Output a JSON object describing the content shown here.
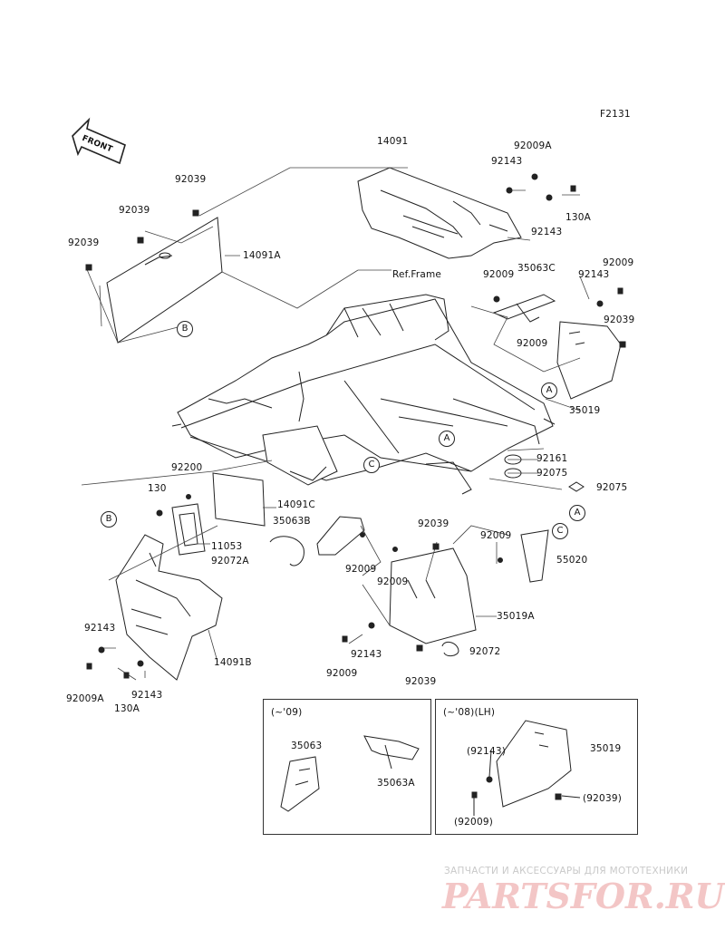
{
  "figure_code": "F2131",
  "front_arrow": "FRONT",
  "ref_frame": "Ref.Frame",
  "callouts": [
    "A",
    "B",
    "C"
  ],
  "parts": {
    "p14091": "14091",
    "p92009A_top": "92009A",
    "p92143_top": "92143",
    "p130A_top": "130A",
    "p92143_top2": "92143",
    "p92039_a": "92039",
    "p92039_b": "92039",
    "p92039_c": "92039",
    "p14091A": "14091A",
    "p92009_r1": "92009",
    "p35063C": "35063C",
    "p92009_r2": "92009",
    "p92143_r": "92143",
    "p92039_r": "92039",
    "p92009_r3": "92009",
    "p35019": "35019",
    "p92161": "92161",
    "p92075_a": "92075",
    "p92075_b": "92075",
    "p92200": "92200",
    "p130": "130",
    "p14091C": "14091C",
    "p35063B": "35063B",
    "p11053": "11053",
    "p92072A": "92072A",
    "p92009_m1": "92009",
    "p92009_m2": "92009",
    "p92039_m": "92039",
    "p92009_m3": "92009",
    "p55020": "55020",
    "p35019A": "35019A",
    "p92143_b1": "92143",
    "p92009A_b": "92009A",
    "p130A_b": "130A",
    "p92143_b2": "92143",
    "p14091B": "14091B",
    "p92143_m": "92143",
    "p92009_m4": "92009",
    "p92072": "92072",
    "p92039_m2": "92039"
  },
  "inset_left": {
    "title": "(~'09)",
    "p35063": "35063",
    "p35063A": "35063A"
  },
  "inset_right": {
    "title": "(~'08)(LH)",
    "p92143": "(92143)",
    "p35019": "35019",
    "p92039": "(92039)",
    "p92009": "(92009)"
  },
  "watermark": {
    "tagline": "ЗАПЧАСТИ И АКСЕССУАРЫ ДЛЯ МОТОТЕХНИКИ",
    "brand": "PARTSFOR.RU"
  }
}
